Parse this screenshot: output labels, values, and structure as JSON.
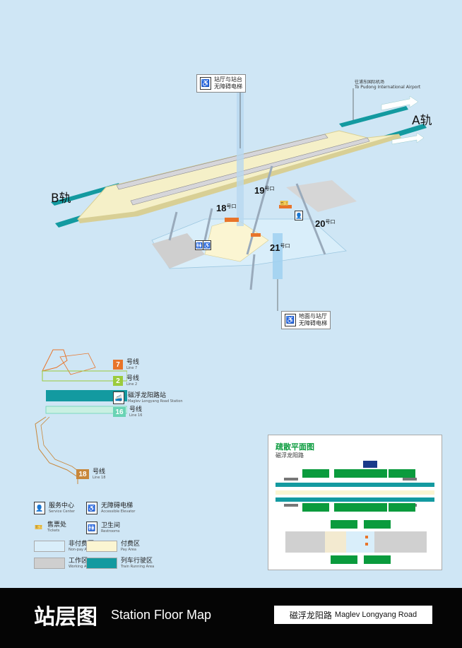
{
  "callouts": {
    "top": {
      "line1": "站厅与站台",
      "line2": "无障碍电梯",
      "icon": "accessible-elevator"
    },
    "bottom": {
      "line1": "地面与站厅",
      "line2": "无障碍电梯",
      "icon": "accessible-elevator"
    }
  },
  "airport_note": {
    "cn": "往浦东国际机场",
    "en": "To Pudong International Airport"
  },
  "tracks": {
    "a": "A轨",
    "b": "B轨"
  },
  "exits": [
    {
      "num": "19",
      "label": "号口"
    },
    {
      "num": "18",
      "label": "号口"
    },
    {
      "num": "20",
      "label": "号口"
    },
    {
      "num": "21",
      "label": "号口"
    }
  ],
  "lines": [
    {
      "num": "7",
      "cn": "号线",
      "en": "Line 7",
      "color": "#e8742a"
    },
    {
      "num": "2",
      "cn": "号线",
      "en": "Line 2",
      "color": "#9bcb3c"
    },
    {
      "num": "",
      "cn": "磁浮龙阳路站",
      "en": "Maglev Longyang Road Station",
      "color": "#ffffff"
    },
    {
      "num": "16",
      "cn": "号线",
      "en": "Line 16",
      "color": "#69d3b4"
    },
    {
      "num": "18",
      "cn": "号线",
      "en": "Line 18",
      "color": "#c8873a"
    }
  ],
  "legend": {
    "service": {
      "cn": "服务中心",
      "en": "Service Center"
    },
    "elevator": {
      "cn": "无障碍电梯",
      "en": "Accessible Elevator"
    },
    "tickets": {
      "cn": "售票处",
      "en": "Tickets"
    },
    "restrooms": {
      "cn": "卫生间",
      "en": "Restrooms"
    },
    "nonpay": {
      "cn": "非付费区",
      "en": "Non-pay Area"
    },
    "pay": {
      "cn": "付费区",
      "en": "Pay Area"
    },
    "working": {
      "cn": "工作区",
      "en": "Working Area"
    },
    "running": {
      "cn": "列车行驶区",
      "en": "Train Running Area"
    }
  },
  "colors": {
    "background": "#cfe6f5",
    "nonpay": "#d9eefa",
    "pay": "#fbf5d2",
    "working": "#cfcfcf",
    "running": "#139aa0",
    "exit_green": "#0a9b3d",
    "orange": "#e8742a"
  },
  "evac": {
    "title": "疏散平面图",
    "subtitle": "磁浮龙阳路"
  },
  "footer": {
    "cn_title": "站层图",
    "en_title": "Station Floor Map",
    "station_cn": "磁浮龙阳路",
    "station_en": "Maglev Longyang Road"
  }
}
